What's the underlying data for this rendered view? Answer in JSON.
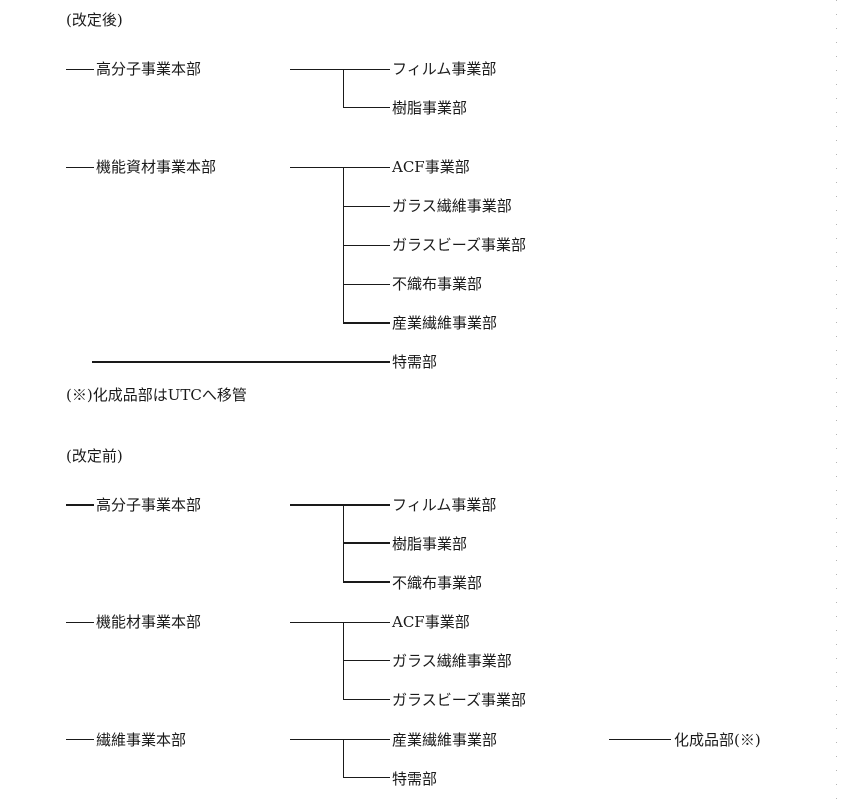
{
  "after": {
    "heading": "(改定後)",
    "division_polymer": "高分子事業本部",
    "film": "フィルム事業部",
    "resin": "樹脂事業部",
    "division_functional": "機能資材事業本部",
    "acf": "ACF事業部",
    "glass_fiber": "ガラス繊維事業部",
    "glass_beads": "ガラスビーズ事業部",
    "nonwoven": "不織布事業部",
    "industrial_fiber": "産業繊維事業部",
    "special_demand": "特需部",
    "note": "(※)化成品部はUTCへ移管"
  },
  "before": {
    "heading": "(改定前)",
    "division_polymer": "高分子事業本部",
    "film": "フィルム事業部",
    "resin": "樹脂事業部",
    "nonwoven": "不織布事業部",
    "division_functional": "機能材事業本部",
    "acf": "ACF事業部",
    "glass_fiber": "ガラス繊維事業部",
    "glass_beads": "ガラスビーズ事業部",
    "division_fiber": "繊維事業本部",
    "industrial_fiber": "産業繊維事業部",
    "special_demand": "特需部",
    "chemical": "化成品部(※)"
  }
}
